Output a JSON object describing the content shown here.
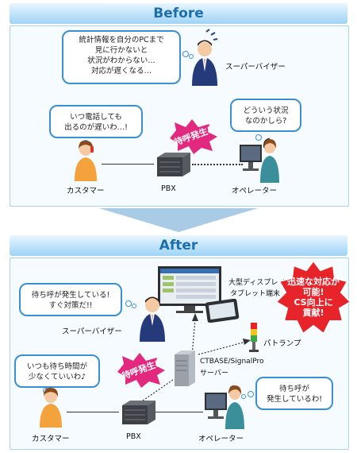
{
  "before": {
    "title": "Before",
    "supervisor_bubble": [
      "統計情報を自分のPCまで",
      "見に行かないと",
      "状況がわからない…",
      "対応が遅くなる…"
    ],
    "supervisor_label": "スーパーバイザー",
    "customer_bubble": [
      "いつ電話しても",
      "出るのが遅いわ…!"
    ],
    "operator_bubble": [
      "どういう状況",
      "なのかしら?"
    ],
    "burst": "待呼発生!",
    "customer_label": "カスタマー",
    "pbx_label": "PBX",
    "operator_label": "オペレーター"
  },
  "after": {
    "title": "After",
    "supervisor_bubble": [
      "待ち呼が発生している!",
      "すぐ対策だ!!"
    ],
    "supervisor_label": "スーパーバイザー",
    "display_label_1": "大型ディスプレイ",
    "display_label_2": "タブレット端末",
    "highlight": [
      "迅速な対応が",
      "可能!",
      "CS向上に",
      "貢献!"
    ],
    "patlamp_label": "パトランプ",
    "server_label_1": "CTBASE/SignalPro",
    "server_label_2": "サーバー",
    "customer_bubble": [
      "いつも待ち時間が",
      "少なくていいわ♪"
    ],
    "burst": "待呼発生!",
    "operator_bubble": [
      "待ち呼が",
      "発生しているわ!"
    ],
    "customer_label": "カスタマー",
    "pbx_label": "PBX",
    "operator_label": "オペレーター"
  }
}
